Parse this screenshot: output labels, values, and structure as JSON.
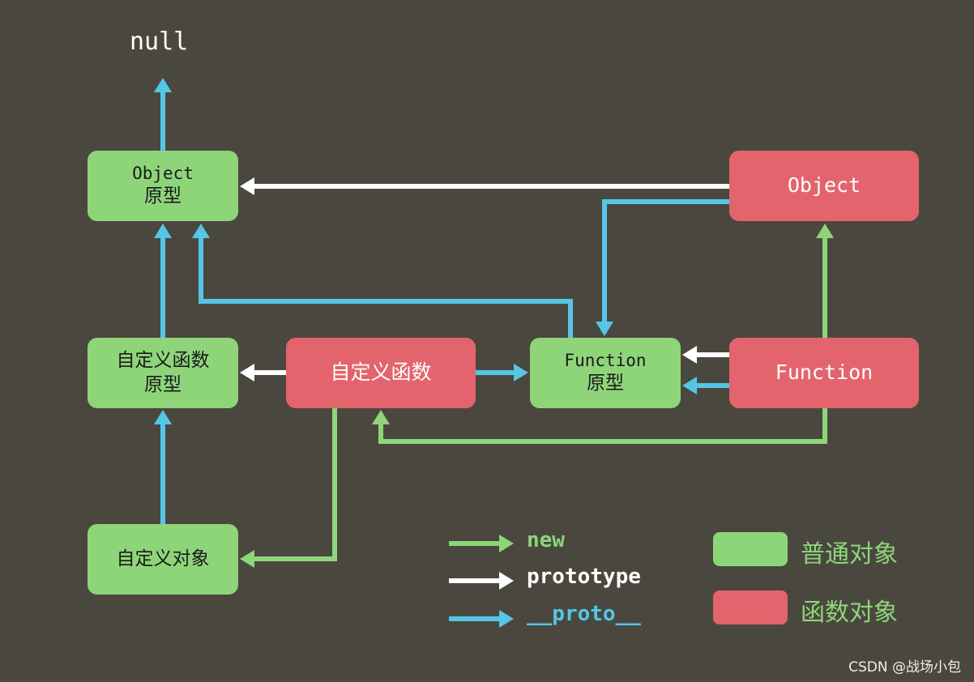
{
  "top_label": "null",
  "nodes": {
    "object_proto": {
      "line1": "Object",
      "line2": "原型"
    },
    "object_ctor": {
      "line1": "Object"
    },
    "custom_proto": {
      "line1": "自定义函数",
      "line2": "原型"
    },
    "custom_func": {
      "line1": "自定义函数"
    },
    "function_proto": {
      "line1": "Function",
      "line2": "原型"
    },
    "function_ctor": {
      "line1": "Function"
    },
    "custom_obj": {
      "line1": "自定义对象"
    }
  },
  "legend": {
    "new": "new",
    "prototype": "prototype",
    "proto": "__proto__",
    "normal_object": "普通对象",
    "function_object": "函数对象"
  },
  "colors": {
    "background": "#4a483e",
    "normal_object": "#8ed57a",
    "function_object": "#e3646d",
    "new": "#8ed57a",
    "prototype": "#ffffff",
    "proto": "#55c6e6"
  },
  "watermark": "CSDN @战场小包"
}
